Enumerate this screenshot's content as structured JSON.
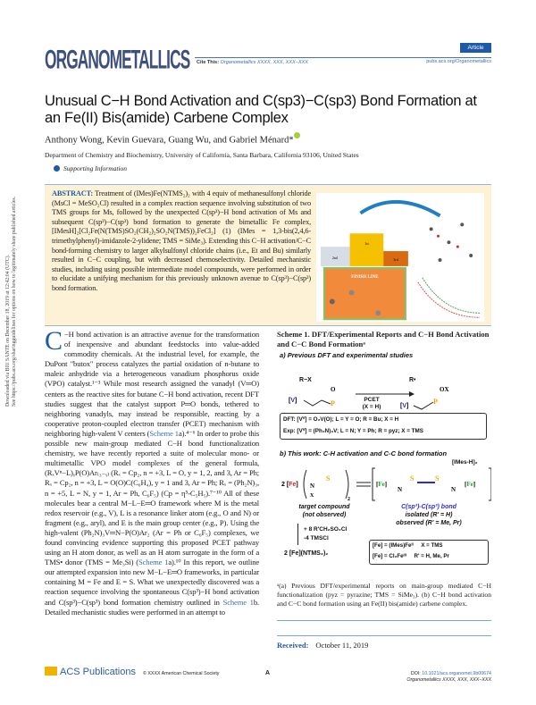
{
  "header": {
    "journal": "ORGANOMETALLICS",
    "badge": "Article",
    "cite_label": "Cite This:",
    "cite_ref": "Organometallics XXXX, XXX, XXX−XXX",
    "url": "pubs.acs.org/Organometallics"
  },
  "article": {
    "title": "Unusual C−H Bond Activation and C(sp3)−C(sp3) Bond Formation at an Fe(II) Bis(amide) Carbene Complex",
    "authors": "Anthony Wong, Kevin Guevara, Guang Wu, and Gabriel Ménard*",
    "affiliation": "Department of Chemistry and Biochemistry, University of California, Santa Barbara, California 93106, United States",
    "supporting": "Supporting Information"
  },
  "abstract": {
    "label": "ABSTRACT:",
    "text": "Treatment of (IMes)Fe(NTMS₂)₂ with 4 equiv of methanesulfonyl chloride (MsCl = MeSO₂Cl) resulted in a complex reaction sequence involving substitution of two TMS groups for Ms, followed by the unexpected C(sp³)−H bond activation of Ms and subsequent C(sp³)−C(sp³) bond formation to generate the bimetallic Fe complex, [IMesH]₂[Cl₂Fe(N(TMS)SO₂(CH₂)₂SO₂N(TMS))₂FeCl₂] (1) (IMes = 1,3-bis(2,4,6-trimethylphenyl)-imidazole-2-ylidene; TMS = SiMe₃). Extending this C−H activation/C−C bond-forming chemistry to larger alkylsulfonyl chloride chains (i.e., Et and Bu) similarly resulted in C−C coupling, but with decreased chemoselectivity. Detailed mechanistic studies, including using possible intermediate model compounds, were performed in order to elucidate a unifying mechanism for this previously unknown avenue to C(sp³)−C(sp³) bond formation.",
    "toc_labels": [
      "2nd",
      "1st",
      "3rd",
      "FINISH LINE"
    ]
  },
  "body": {
    "dropcap": "C",
    "p1": "−H bond activation is an attractive avenue for the transformation of inexpensive and abundant feedstocks into value-added commodity chemicals. At the industrial level, for example, the DuPont \"butox\" process catalyzes the partial oxidation of n-butane to maleic anhydride via a heterogeneous vanadium phosphorus oxide (VPO) catalyst.¹⁻³ While most research assigned the vanadyl (V═O) centers as the reactive sites for butane C−H bond activation, recent DFT studies suggest that the catalyst support P═O bonds, tethered to neighboring vanadyls, may instead be responsible, reacting by a cooperative proton-coupled electron transfer (PCET) mechanism with neighboring high-valent V centers (",
    "link1": "Scheme 1",
    "p2": "a).⁴⁻⁶ In order to probe this possible new main-group mediated C−H bond functionalization chemistry, we have recently reported a suite of molecular mono- or multimetallic VPO model complexes of the general formula, (RₓVⁿ−L)ᵧP(O)Ar₍₃₋ᵧ₎ (Rₓ = Cp₂, n = +3, L = O, y = 1, 2, and 3, Ar = Ph; Rₓ = Cp₂, n = +3, L = O(O)C(C₆H₄), y = 1 and 3, Ar = Ph; Rₓ = (Ph₂N)₃, n = +5, L = N, y = 1, Ar = Ph, C₆F₅) (Cp = η⁵-C₅H₅).⁷⁻¹⁰ All of these molecules bear a central M−L−E═O framework where M is the metal redox reservoir (e.g., V), L is a resonance linker atom (e.g., O and N) or fragment (e.g., aryl), and E is the main group center (e.g., P). Using the high-valent (Ph₂N)₃V═N−P(O)Ar₂ (Ar = Ph or C₆F₅) complexes, we found convincing evidence supporting this proposed PCET pathway using an H atom donor, as well as an H atom surrogate in the form of a TMS• donor (TMS = Me₃Si) (",
    "link2": "Scheme 1",
    "p3": "a).¹⁰ In this report, we outline our attempted expansion into new M−L−E═O frameworks, in particular containing M = Fe and E = S. What we unexpectedly discovered was a reaction sequence involving the spontaneous C(sp³)−H bond activation and C(sp³)−C(sp³) bond formation chemistry outlined in ",
    "link3": "Scheme 1",
    "p4": "b. Detailed mechanistic studies were performed in an attempt to"
  },
  "scheme": {
    "title": "Scheme 1. DFT/Experimental Reports and C−H Bond Activation and C−C Bond Formationᵃ",
    "a_label": "a) Previous DFT and experimental studies",
    "a_rx": "R−X",
    "a_r": "R•",
    "a_pcet": "PCET",
    "a_xh": "(X = H)",
    "a_dft": "DFT: [Vⱽ] = O₂V(O); L = Y = O; R = Bu; X = H",
    "a_exp": "Exp: [Vⱽ] = (Ph₂N)₃V; L = N; Y = Ph; R = pyz; X = TMS",
    "b_label": "b) This work: C-H activation and C-C bond formation",
    "b_imes": "[IMes-H]₂",
    "b_target": "target compound",
    "b_notobs": "(not observed)",
    "b_cc": "C(sp³)-C(sp³) bond",
    "b_iso": "isolated (R' = H)",
    "b_obs": "observed (R' = Me, Pr)",
    "b_reagent": "+ 8 R'CH₂SO₂Cl",
    "b_tmscl": "-4 TMSCl",
    "b_start": "2 [Fe](NTMS₂)₂",
    "b_key1": "[Fe] = (IMes)Feᴵᴵ     X = TMS",
    "b_key2": "[Fe] = Cl₂Feᴵᴵᴵ     R' = H, Me, Pr",
    "footnote": "ᵃ(a) Previous DFT/experimental reports on main-group mediated C−H functionalization (pyz = pyrazine; TMS = SiMe₃). (b) C−H bond activation and C−C bond formation using an Fe(II) bis(amide) carbene complex."
  },
  "received": {
    "label": "Received:",
    "date": "October 11, 2019"
  },
  "footer": {
    "publisher": "ACS Publications",
    "copyright": "© XXXX American Chemical Society",
    "page": "A",
    "doi_label": "DOI:",
    "doi": "10.1021/acs.organomet.9b00674",
    "journal_ref": "Organometallics XXXX, XXX, XXX−XXX"
  },
  "sidebar": {
    "line1": "Downloaded via BIU SANTE on December 18, 2019 at 12:42:04 (UTC).",
    "line2": "See https://pubs.acs.org/sharingguidelines for options on how to legitimately share published articles."
  }
}
